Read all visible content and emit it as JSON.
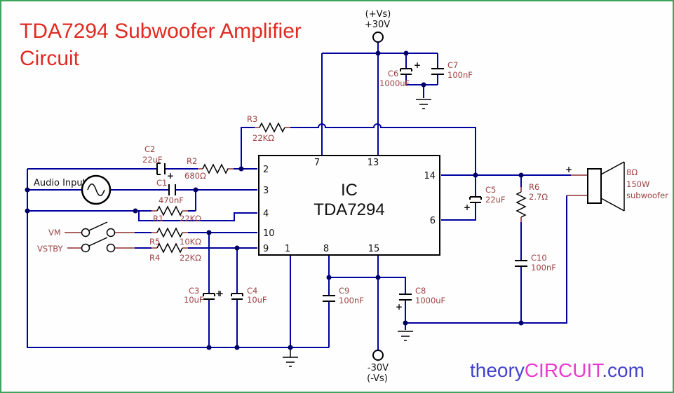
{
  "title": {
    "line1": "TDA7294 Subwoofer Amplifier",
    "line2": "Circuit"
  },
  "watermark": {
    "part1": "theory",
    "part2": "CIRCUIT",
    "part3": ".com"
  },
  "power": {
    "positive_name": "(+Vs)",
    "positive_value": "+30V",
    "negative_value": "-30V",
    "negative_name": "(-Vs)"
  },
  "input": {
    "label": "Audio Input"
  },
  "controls": {
    "mute_label": "VM",
    "standby_label": "VSTBY"
  },
  "ic": {
    "designator": "IC",
    "part_number": "TDA7294",
    "pins": {
      "left": [
        "2",
        "3",
        "4",
        "10",
        "9"
      ],
      "top": [
        "7",
        "13"
      ],
      "right": [
        "14",
        "6"
      ],
      "bottom": [
        "1",
        "8",
        "15"
      ]
    }
  },
  "components": {
    "r1": {
      "ref": "R1",
      "value": "22KΩ"
    },
    "r2": {
      "ref": "R2",
      "value": "680Ω"
    },
    "r3": {
      "ref": "R3",
      "value": "22KΩ"
    },
    "r4": {
      "ref": "R4",
      "value": "22KΩ"
    },
    "r5": {
      "ref": "R5",
      "value": "10KΩ"
    },
    "r6": {
      "ref": "R6",
      "value": "2.7Ω"
    },
    "c1": {
      "ref": "C1",
      "value": "470nF"
    },
    "c2": {
      "ref": "C2",
      "value": "22uF"
    },
    "c3": {
      "ref": "C3",
      "value": "10uF"
    },
    "c4": {
      "ref": "C4",
      "value": "10uF"
    },
    "c5": {
      "ref": "C5",
      "value": "22uF"
    },
    "c6": {
      "ref": "C6",
      "value": "1000uF"
    },
    "c7": {
      "ref": "C7",
      "value": "100nF"
    },
    "c8": {
      "ref": "C8",
      "value": "1000uF"
    },
    "c9": {
      "ref": "C9",
      "value": "100nF"
    },
    "c10": {
      "ref": "C10",
      "value": "100nF"
    }
  },
  "speaker": {
    "impedance": "8Ω",
    "power": "150W",
    "type": "subwoofer",
    "polarity": "+"
  },
  "symbols": {
    "plus": "+"
  },
  "colors": {
    "wire": "#0000a0",
    "component_label": "#9d4343",
    "title": "#e02a22",
    "border": "#3fa45c",
    "watermark_blue": "#4343c8",
    "watermark_magenta": "#e83bcf"
  }
}
